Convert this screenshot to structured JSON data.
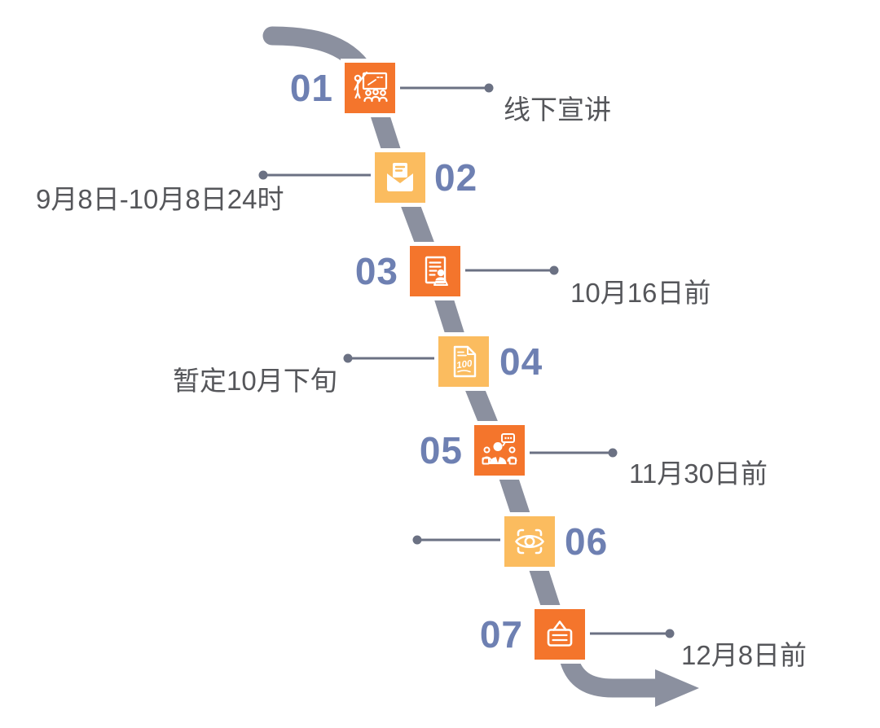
{
  "steps": [
    {
      "number": "01",
      "label": "线下宣讲",
      "icon": "presentation-icon",
      "box_color": "#F4752C"
    },
    {
      "number": "02",
      "label": "9月8日-10月8日24时",
      "icon": "mail-envelope-icon",
      "box_color": "#FBBC5F"
    },
    {
      "number": "03",
      "label": "10月16日前",
      "icon": "resume-document-icon",
      "box_color": "#F4752C"
    },
    {
      "number": "04",
      "label": "暂定10月下旬",
      "icon": "score-100-icon",
      "box_color": "#FBBC5F"
    },
    {
      "number": "05",
      "label": "11月30日前",
      "icon": "interview-people-icon",
      "box_color": "#F4752C"
    },
    {
      "number": "06",
      "label": "",
      "icon": "eye-scan-icon",
      "box_color": "#FBBC5F"
    },
    {
      "number": "07",
      "label": "12月8日前",
      "icon": "hanging-board-icon",
      "box_color": "#F4752C"
    }
  ],
  "colors": {
    "dark_orange": "#F4752C",
    "light_orange": "#FBBC5F",
    "number_blue": "#6E80B2",
    "flow_line_gray": "#8B909F",
    "connector_gray": "#6B7183",
    "label_gray": "#55565A",
    "background": "#FFFFFF",
    "icon_stroke": "#FFFFFF"
  }
}
